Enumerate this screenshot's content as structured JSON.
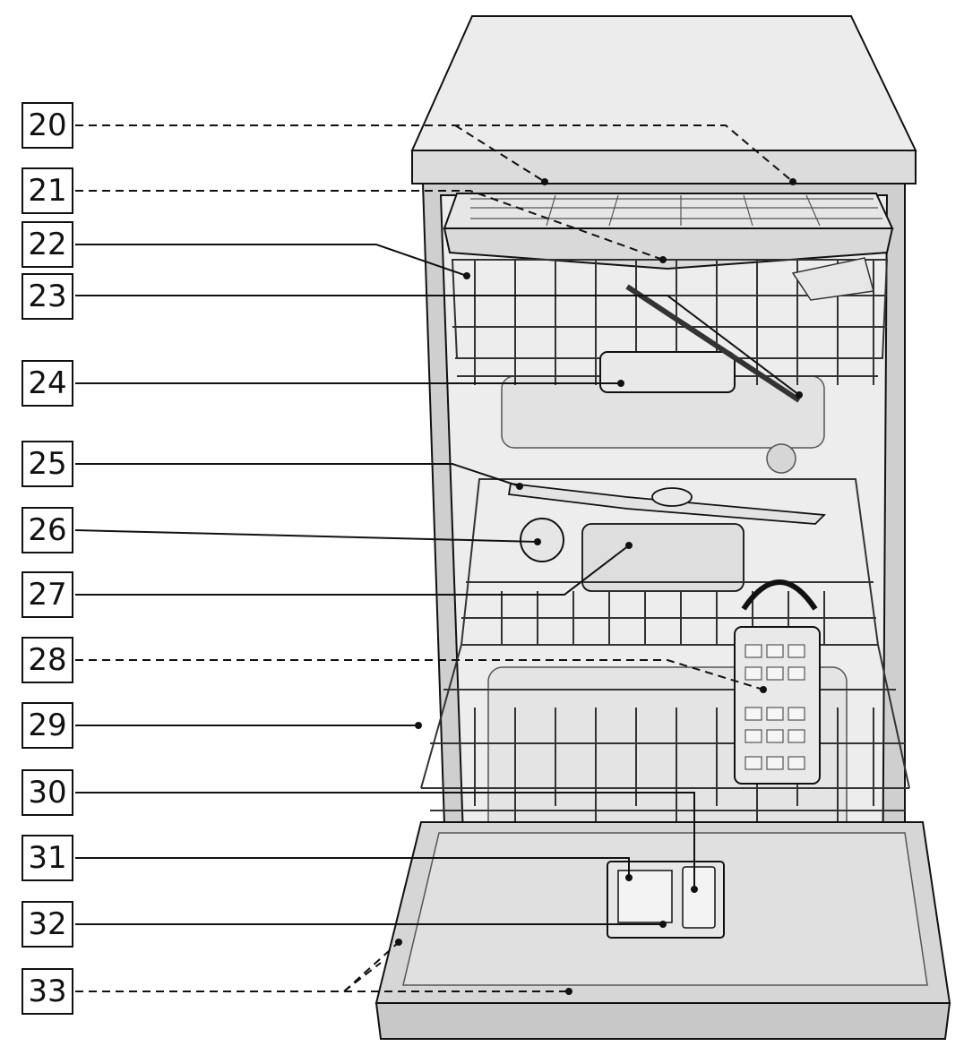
{
  "figure": {
    "kind": "dishwasher-component-diagram"
  },
  "callouts": [
    {
      "id": "20",
      "label": "20",
      "line": "dashed"
    },
    {
      "id": "21",
      "label": "21",
      "line": "dashed"
    },
    {
      "id": "22",
      "label": "22",
      "line": "solid"
    },
    {
      "id": "23",
      "label": "23",
      "line": "solid"
    },
    {
      "id": "24",
      "label": "24",
      "line": "solid"
    },
    {
      "id": "25",
      "label": "25",
      "line": "solid"
    },
    {
      "id": "26",
      "label": "26",
      "line": "solid"
    },
    {
      "id": "27",
      "label": "27",
      "line": "solid"
    },
    {
      "id": "28",
      "label": "28",
      "line": "dashed"
    },
    {
      "id": "29",
      "label": "29",
      "line": "solid"
    },
    {
      "id": "30",
      "label": "30",
      "line": "solid"
    },
    {
      "id": "31",
      "label": "31",
      "line": "solid"
    },
    {
      "id": "32",
      "label": "32",
      "line": "solid"
    },
    {
      "id": "33",
      "label": "33",
      "line": "dashed"
    }
  ],
  "colors": {
    "line": "#111111",
    "fill_light": "#e9e9e9",
    "fill_mid": "#d2d2d2",
    "fill_dark": "#b9b9b9",
    "wire": "#333333"
  }
}
